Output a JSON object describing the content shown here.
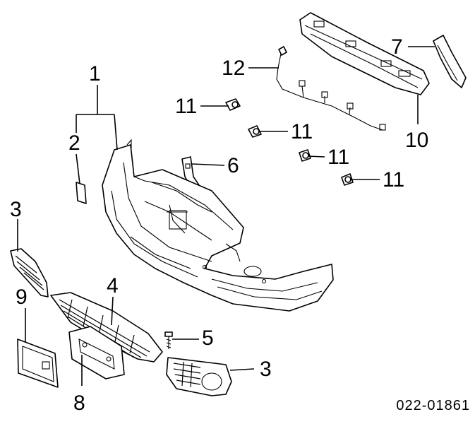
{
  "document_number": "022-01861",
  "callouts": {
    "c1": "1",
    "c2": "2",
    "c3_left": "3",
    "c3_right": "3",
    "c4": "4",
    "c5": "5",
    "c6": "6",
    "c7": "7",
    "c8": "8",
    "c9": "9",
    "c10": "10",
    "c11_a": "11",
    "c11_b": "11",
    "c11_c": "11",
    "c11_d": "11",
    "c12": "12"
  }
}
